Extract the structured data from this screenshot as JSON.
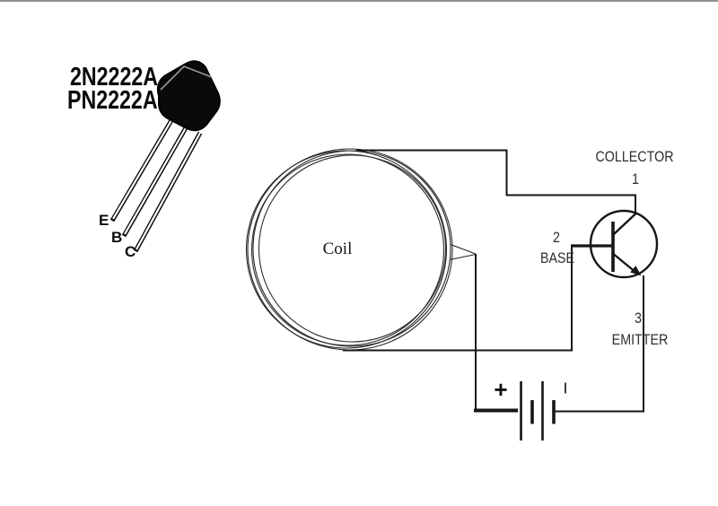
{
  "diagram": {
    "title_parts": [
      "2N2222A",
      "PN2222A"
    ],
    "package_pins": {
      "emitter": "E",
      "base": "B",
      "collector": "C"
    },
    "coil": {
      "label": "Coil"
    },
    "transistor": {
      "collector_pin": "1",
      "collector_label": "COLLECTOR",
      "base_pin": "2",
      "base_label": "BASE",
      "emitter_pin": "3",
      "emitter_label": "EMITTER"
    },
    "battery": {
      "positive_mark": "+",
      "negative_mark": "|"
    }
  },
  "colors": {
    "background": "#ffffff",
    "top_border": "#8f8f8f",
    "wire": "#161616",
    "coil_stroke": "#2b2b2b",
    "schematic_text": "#2e2e2e",
    "title_text": "#0b0b0b",
    "package_body": "#0a0a0a"
  }
}
